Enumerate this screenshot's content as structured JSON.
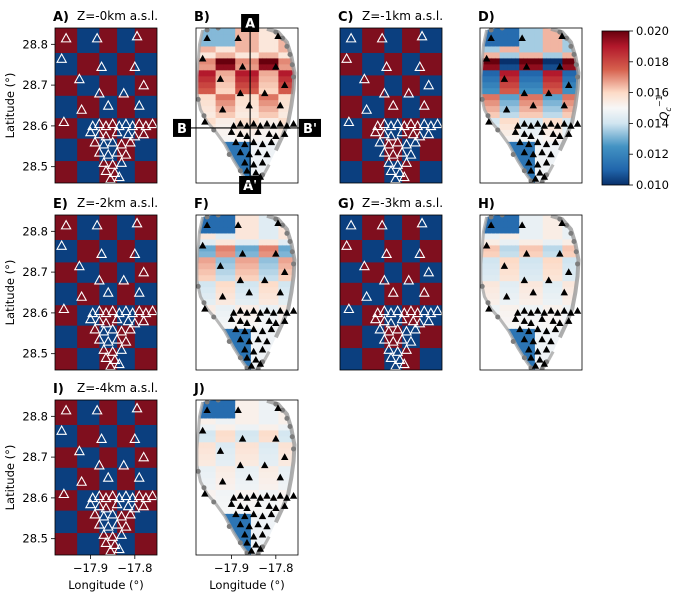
{
  "chart_data": {
    "type": "heatmap",
    "description_axes": {
      "xlabel": "Longitude (°)",
      "ylabel": "Latitude (°)",
      "xticks": [
        -17.9,
        -17.8
      ],
      "xtick_labels": [
        "−17.9",
        "−17.8"
      ],
      "yticks": [
        28.5,
        28.6,
        28.7,
        28.8
      ],
      "ytick_labels": [
        "28.5",
        "28.6",
        "28.7",
        "28.8"
      ],
      "xlim": [
        -17.98,
        -17.75
      ],
      "ylim": [
        28.46,
        28.84
      ]
    },
    "colorbar": {
      "label": "Q_c^-1",
      "min": 0.01,
      "max": 0.02,
      "ticks": [
        0.01,
        0.012,
        0.014,
        0.016,
        0.018,
        0.02
      ],
      "tick_labels": [
        "0.010",
        "0.012",
        "0.014",
        "0.016",
        "0.018",
        "0.020"
      ],
      "colormap": "RdBu_r",
      "colors": {
        "low": "#08306b",
        "mid": "#f7f7f7",
        "high": "#67000d"
      }
    },
    "panels": [
      {
        "label": "A)",
        "title": "Z=-0km a.s.l.",
        "kind": "input",
        "phase": 0
      },
      {
        "label": "B)",
        "title": "",
        "kind": "output",
        "level": 0
      },
      {
        "label": "C)",
        "title": "Z=-1km a.s.l.",
        "kind": "input",
        "phase": 1
      },
      {
        "label": "D)",
        "title": "",
        "kind": "output",
        "level": 1
      },
      {
        "label": "E)",
        "title": "Z=-2km a.s.l.",
        "kind": "input",
        "phase": 0
      },
      {
        "label": "F)",
        "title": "",
        "kind": "output",
        "level": 2
      },
      {
        "label": "G)",
        "title": "Z=-3km a.s.l.",
        "kind": "input",
        "phase": 1
      },
      {
        "label": "H)",
        "title": "",
        "kind": "output",
        "level": 3
      },
      {
        "label": "I)",
        "title": "Z=-4km a.s.l.",
        "kind": "input",
        "phase": 0
      },
      {
        "label": "J)",
        "title": "",
        "kind": "output",
        "level": 4
      }
    ],
    "profile_labels": {
      "a_start": "A",
      "a_end": "A'",
      "b_start": "B",
      "b_end": "B'"
    },
    "stations": [
      [
        -17.955,
        28.815
      ],
      [
        -17.885,
        28.815
      ],
      [
        -17.795,
        28.82
      ],
      [
        -17.965,
        28.765
      ],
      [
        -17.875,
        28.745
      ],
      [
        -17.8,
        28.745
      ],
      [
        -17.925,
        28.715
      ],
      [
        -17.78,
        28.7
      ],
      [
        -17.88,
        28.68
      ],
      [
        -17.825,
        28.68
      ],
      [
        -17.92,
        28.64
      ],
      [
        -17.86,
        28.65
      ],
      [
        -17.79,
        28.65
      ],
      [
        -17.96,
        28.61
      ],
      [
        -17.895,
        28.6
      ],
      [
        -17.88,
        28.605
      ],
      [
        -17.865,
        28.6
      ],
      [
        -17.85,
        28.605
      ],
      [
        -17.835,
        28.6
      ],
      [
        -17.82,
        28.605
      ],
      [
        -17.805,
        28.6
      ],
      [
        -17.79,
        28.605
      ],
      [
        -17.775,
        28.6
      ],
      [
        -17.76,
        28.605
      ],
      [
        -17.9,
        28.585
      ],
      [
        -17.88,
        28.58
      ],
      [
        -17.865,
        28.575
      ],
      [
        -17.84,
        28.585
      ],
      [
        -17.815,
        28.58
      ],
      [
        -17.8,
        28.575
      ],
      [
        -17.78,
        28.58
      ],
      [
        -17.89,
        28.56
      ],
      [
        -17.87,
        28.555
      ],
      [
        -17.85,
        28.56
      ],
      [
        -17.83,
        28.555
      ],
      [
        -17.81,
        28.56
      ],
      [
        -17.88,
        28.535
      ],
      [
        -17.86,
        28.53
      ],
      [
        -17.84,
        28.535
      ],
      [
        -17.82,
        28.53
      ],
      [
        -17.87,
        28.51
      ],
      [
        -17.85,
        28.505
      ],
      [
        -17.83,
        28.51
      ],
      [
        -17.865,
        28.49
      ],
      [
        -17.845,
        28.485
      ],
      [
        -17.855,
        28.47
      ],
      [
        -17.835,
        28.475
      ]
    ],
    "checker_grid": {
      "lon_edges": [
        -17.98,
        -17.93,
        -17.88,
        -17.84,
        -17.8,
        -17.75
      ],
      "lat_edges": [
        28.46,
        28.515,
        28.57,
        28.62,
        28.675,
        28.725,
        28.78,
        28.84
      ]
    },
    "output_amplitudes": [
      0.95,
      1.0,
      0.42,
      0.25,
      0.18
    ],
    "output_backgrounds": [
      0.7,
      0.5,
      0.35,
      0.3,
      0.28
    ]
  }
}
